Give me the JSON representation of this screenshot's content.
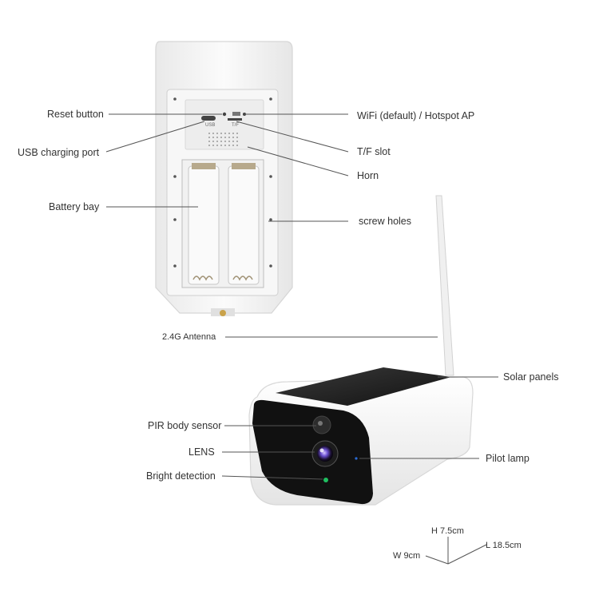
{
  "labels": {
    "reset_button": "Reset button",
    "usb_charging_port": "USB charging port",
    "battery_bay": "Battery bay",
    "wifi_hotspot": "WiFi (default) / Hotspot AP",
    "tf_slot": "T/F slot",
    "horn": "Horn",
    "screw_holes": "screw holes",
    "antenna": "2.4G Antenna",
    "solar_panels": "Solar panels",
    "pir_sensor": "PIR body sensor",
    "lens": "LENS",
    "bright_detection": "Bright detection",
    "pilot_lamp": "Pilot lamp"
  },
  "device_marks": {
    "usb": "USB",
    "tf": "T/F"
  },
  "dimensions": {
    "height": "H 7.5cm",
    "width": "W  9cm",
    "length": "L 18.5cm"
  },
  "colors": {
    "body": "#f4f4f4",
    "panel": "#1f1f1f",
    "leader_line": "#555555",
    "pilot_lamp": "#2a6bd6",
    "bright_led": "#1fbf60"
  }
}
